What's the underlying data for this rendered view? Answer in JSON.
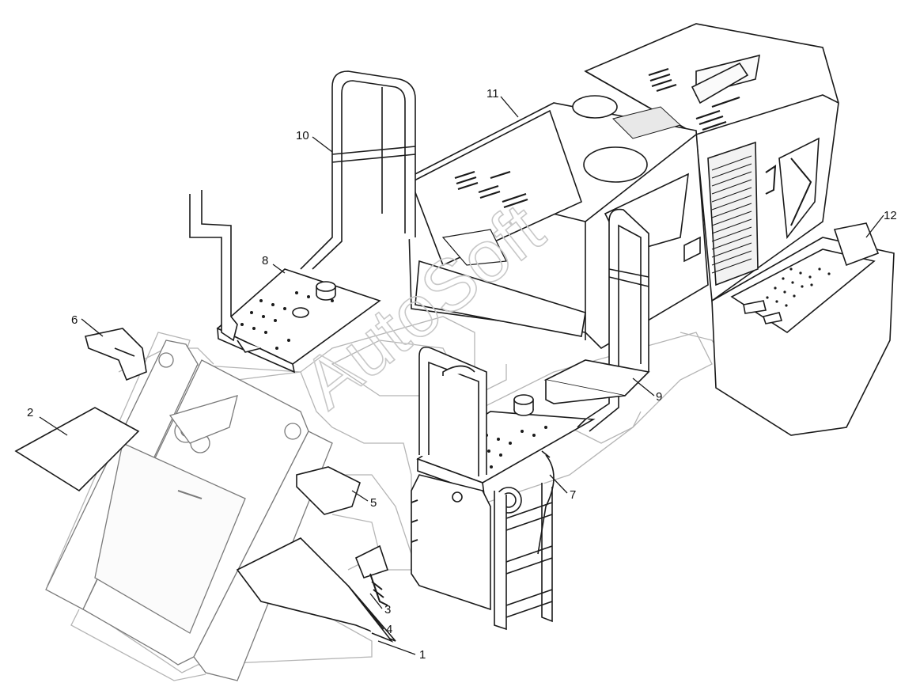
{
  "diagram": {
    "callouts": [
      {
        "id": "1",
        "label": "1"
      },
      {
        "id": "2",
        "label": "2"
      },
      {
        "id": "3",
        "label": "3"
      },
      {
        "id": "4",
        "label": "4"
      },
      {
        "id": "5",
        "label": "5"
      },
      {
        "id": "6",
        "label": "6"
      },
      {
        "id": "7",
        "label": "7"
      },
      {
        "id": "8",
        "label": "8"
      },
      {
        "id": "9",
        "label": "9"
      },
      {
        "id": "10",
        "label": "10"
      },
      {
        "id": "11",
        "label": "11"
      },
      {
        "id": "12",
        "label": "12"
      }
    ],
    "watermark": "AutoSoft"
  }
}
